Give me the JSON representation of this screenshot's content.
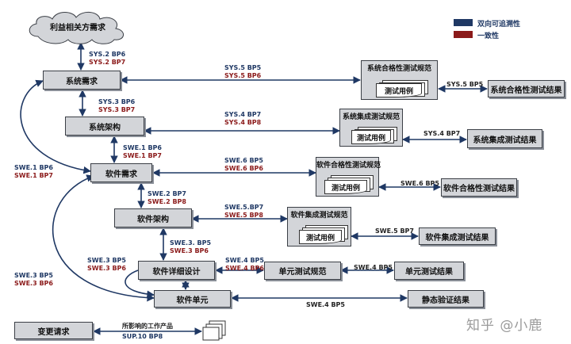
{
  "colors": {
    "traceability": "#1f3864",
    "consistency": "#8b1a1a",
    "box_fill": "#d3d5d9"
  },
  "legend": {
    "traceability": "双向可追溯性",
    "consistency": "一致性"
  },
  "nodes": {
    "stakeholder": "利益相关方需求",
    "sys_req": "系统需求",
    "sys_arch": "系统架构",
    "sw_req": "软件需求",
    "sw_arch": "软件架构",
    "sw_detail": "软件详细设计",
    "sw_unit": "软件单元",
    "change": "变更请求"
  },
  "specs": {
    "sys_qual": {
      "title": "系统合格性测试规范",
      "doc": "测试用例"
    },
    "sys_int": {
      "title": "系统集成测试规范",
      "doc": "测试用例"
    },
    "sw_qual": {
      "title": "软件合格性测试规范",
      "doc": "测试用例"
    },
    "sw_int": {
      "title": "软件集成测试规范",
      "doc": "测试用例"
    }
  },
  "results": {
    "sys_qual": "系统合格性测试结果",
    "sys_int": "系统集成测试结果",
    "sw_qual": "软件合格性测试结果",
    "sw_int": "软件集成测试结果",
    "unit_spec": "单元测试规范",
    "unit_result": "单元测试结果",
    "static": "静态验证结果"
  },
  "labels": {
    "sys2_bp6": "SYS.2 BP6",
    "sys2_bp7": "SYS.2 BP7",
    "sys5_bp5_a": "SYS.5 BP5",
    "sys5_bp6": "SYS.5 BP6",
    "sys5_bp5_b": "SYS.5 BP5",
    "sys3_bp6": "SYS.3 BP6",
    "sys3_bp7": "SYS.3 BP7",
    "sys4_bp7_a": "SYS.4 BP7",
    "sys4_bp8": "SYS.4 BP8",
    "sys4_bp7_b": "SYS.4 BP7",
    "swe1_bp6_a": "SWE.1 BP6",
    "swe1_bp7_a": "SWE.1 BP7",
    "swe1_bp6_b": "SWE.1 BP6",
    "swe1_bp7_b": "SWE.1 BP7",
    "swe6_bp5_a": "SWE.6 BP5",
    "swe6_bp6": "SWE.6 BP6",
    "swe6_bp5_b": "SWE.6 BP5",
    "swe2_bp7": "SWE.2 BP7",
    "swe2_bp8": "SWE.2 BP8",
    "swe5_bp7_a": "SWE.5.BP7",
    "swe5_bp8": "SWE.5 BP8",
    "swe5_bp7_b": "SWE.5 BP7",
    "swe3_bp5_a": "SWE.3. BP5",
    "swe3_bp6_a": "SWE.3 BP6",
    "swe3_bp5_b": "SWE.3 BP5",
    "swe3_bp6_b": "SWE.3 BP6",
    "swe3_bp5_c": "SWE.3 BP5",
    "swe3_bp6_c": "SWE.3 BP6",
    "swe4_bp5_a": "SWE.4 BP5",
    "swe4_bp6": "SWE.4 BP6",
    "swe4_bp5_b": "SWE.4 BP5",
    "swe4_bp5_c": "SWE.4 BP5",
    "affected": "所影响的工作产品",
    "sup10_bp8": "SUP.10 BP8"
  },
  "watermark": "知乎 @小鹿"
}
